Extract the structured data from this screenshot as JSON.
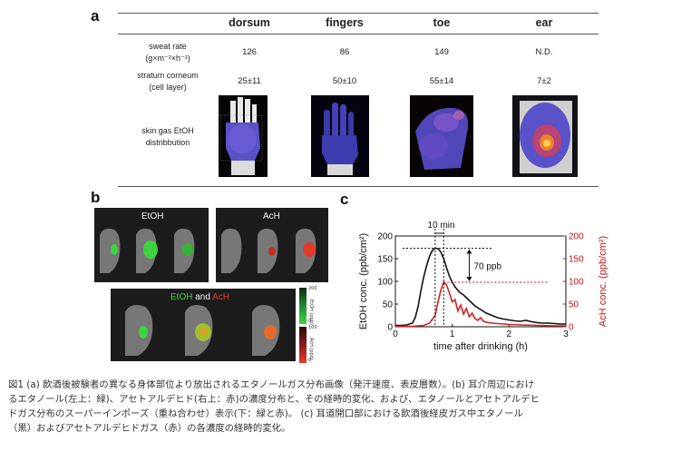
{
  "panel_a": {
    "letter": "a",
    "columns": [
      "dorsum",
      "fingers",
      "toe",
      "ear"
    ],
    "rows": [
      {
        "label_lines": [
          "sweat rate",
          "(g×m⁻²×h⁻¹)"
        ],
        "values": [
          "126",
          "86",
          "149",
          "N.D."
        ]
      },
      {
        "label_lines": [
          "stratum corneum",
          "(cell layer)"
        ],
        "values": [
          "25±11",
          "50±10",
          "55±14",
          "7±2"
        ]
      },
      {
        "label_lines": [
          "skin gas EtOH",
          "distribbution"
        ],
        "values": []
      }
    ]
  },
  "panel_b": {
    "letter": "b",
    "top_left_label": "EtOH",
    "top_right_label": "AcH",
    "bottom_label_etoh": "EtOH",
    "bottom_label_and": " and ",
    "bottom_label_ach": "AcH",
    "colorbar_top": {
      "max": "200",
      "min": "0",
      "unit": "EtOH (ppb)"
    },
    "colorbar_bottom": {
      "max": "100",
      "min": "0",
      "unit": "AcH (ppb)"
    },
    "colors": {
      "etoh": "#3fd23f",
      "ach": "#e53a2a"
    }
  },
  "panel_c": {
    "letter": "c",
    "chart_data": {
      "type": "line",
      "xlabel": "time after drinking (h)",
      "ylabel_left": "EtOH conc. (ppb/cm²)",
      "ylabel_right": "AcH conc. (ppb/cm²)",
      "xlim": [
        0,
        3
      ],
      "ylim_left": [
        0,
        200
      ],
      "ylim_right": [
        0,
        200
      ],
      "xticks": [
        "0",
        "1",
        "2",
        "3"
      ],
      "yticks_left": [
        "0",
        "50",
        "100",
        "150",
        "200"
      ],
      "yticks_right": [
        "0",
        "50",
        "100",
        "150",
        "200"
      ],
      "annotation_time": "10 min",
      "annotation_conc": "70 ppb",
      "series": [
        {
          "color": "#111111",
          "points": [
            [
              0.0,
              3
            ],
            [
              0.1,
              3
            ],
            [
              0.2,
              4
            ],
            [
              0.3,
              8
            ],
            [
              0.35,
              20
            ],
            [
              0.4,
              45
            ],
            [
              0.45,
              80
            ],
            [
              0.5,
              110
            ],
            [
              0.55,
              135
            ],
            [
              0.6,
              155
            ],
            [
              0.65,
              168
            ],
            [
              0.7,
              173
            ],
            [
              0.75,
              172
            ],
            [
              0.8,
              165
            ],
            [
              0.85,
              150
            ],
            [
              0.9,
              130
            ],
            [
              0.95,
              112
            ],
            [
              1.0,
              98
            ],
            [
              1.05,
              88
            ],
            [
              1.1,
              80
            ],
            [
              1.15,
              74
            ],
            [
              1.2,
              70
            ],
            [
              1.25,
              64
            ],
            [
              1.3,
              58
            ],
            [
              1.35,
              52
            ],
            [
              1.4,
              46
            ],
            [
              1.5,
              38
            ],
            [
              1.6,
              30
            ],
            [
              1.7,
              25
            ],
            [
              1.8,
              20
            ],
            [
              1.9,
              17
            ],
            [
              2.0,
              15
            ],
            [
              2.1,
              13
            ],
            [
              2.2,
              12
            ],
            [
              2.3,
              14
            ],
            [
              2.4,
              11
            ],
            [
              2.5,
              9
            ],
            [
              2.6,
              8
            ],
            [
              2.7,
              8
            ],
            [
              2.8,
              7
            ],
            [
              2.9,
              6
            ],
            [
              3.0,
              6
            ]
          ]
        },
        {
          "color": "#d42020",
          "points": [
            [
              0.0,
              1
            ],
            [
              0.3,
              1
            ],
            [
              0.5,
              3
            ],
            [
              0.6,
              8
            ],
            [
              0.7,
              25
            ],
            [
              0.75,
              55
            ],
            [
              0.8,
              80
            ],
            [
              0.85,
              98
            ],
            [
              0.9,
              92
            ],
            [
              0.95,
              75
            ],
            [
              1.0,
              55
            ],
            [
              1.05,
              60
            ],
            [
              1.1,
              35
            ],
            [
              1.15,
              48
            ],
            [
              1.2,
              28
            ],
            [
              1.25,
              40
            ],
            [
              1.3,
              22
            ],
            [
              1.35,
              30
            ],
            [
              1.4,
              18
            ],
            [
              1.45,
              14
            ],
            [
              1.5,
              20
            ],
            [
              1.55,
              12
            ],
            [
              1.6,
              10
            ],
            [
              1.7,
              8
            ],
            [
              1.8,
              7
            ],
            [
              1.9,
              6
            ],
            [
              2.0,
              5
            ],
            [
              2.2,
              4
            ],
            [
              2.5,
              3
            ],
            [
              2.8,
              2
            ],
            [
              3.0,
              2
            ]
          ]
        }
      ]
    }
  },
  "caption": {
    "lines": [
      "図1 (a) 飲酒後被験者の異なる身体部位より放出されるエタノールガス分布画像（発汗速度、表皮層数）。(b) 耳介周辺におけ",
      "るエタノール(左上：緑)、アセトアルデヒド(右上：赤)の濃度分布と、その経時的変化、および、エタノールとアセトアルデヒ",
      "ドガス分布のスーパーインポーズ（重ね合わせ）表示(下：緑と赤)。 (c) 耳道開口部における飲酒後経皮ガス中エタノール",
      "（黒）およびアセトアルデヒドガス（赤）の各濃度の経時的変化。"
    ]
  }
}
